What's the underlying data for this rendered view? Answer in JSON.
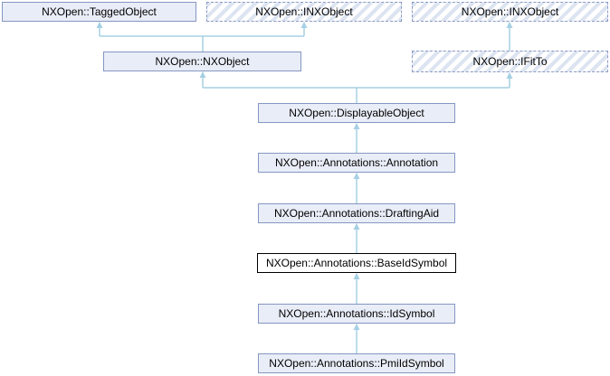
{
  "diagram": {
    "type": "class-inheritance-graph",
    "current_class": "NXOpen::Annotations::BaseIdSymbol",
    "colors": {
      "background": "#ffffff",
      "node_fill": "#e9edf7",
      "node_border": "#8596c2",
      "hatch_stripe": "#dde4f1",
      "hatch_border": "#8a9ac4",
      "current_node_border": "#000000",
      "current_node_fill": "#ffffff",
      "arrow": "#a6d0e4",
      "text": "#000000"
    },
    "nodes": [
      {
        "id": "tagged-object",
        "label": "NXOpen::TaggedObject",
        "style": "solid"
      },
      {
        "id": "inxobject-left",
        "label": "NXOpen::INXObject",
        "style": "hatched"
      },
      {
        "id": "inxobject-right",
        "label": "NXOpen::INXObject",
        "style": "hatched"
      },
      {
        "id": "nxobject",
        "label": "NXOpen::NXObject",
        "style": "solid"
      },
      {
        "id": "ifitto",
        "label": "NXOpen::IFitTo",
        "style": "hatched"
      },
      {
        "id": "displayable-object",
        "label": "NXOpen::DisplayableObject",
        "style": "solid"
      },
      {
        "id": "annotation",
        "label": "NXOpen::Annotations::Annotation",
        "style": "solid"
      },
      {
        "id": "drafting-aid",
        "label": "NXOpen::Annotations::DraftingAid",
        "style": "solid"
      },
      {
        "id": "base-id-symbol",
        "label": "NXOpen::Annotations::BaseIdSymbol",
        "style": "current"
      },
      {
        "id": "id-symbol",
        "label": "NXOpen::Annotations::IdSymbol",
        "style": "solid"
      },
      {
        "id": "pmi-id-symbol",
        "label": "NXOpen::Annotations::PmiIdSymbol",
        "style": "solid"
      }
    ],
    "edges": [
      {
        "from": "NXOpen::NXObject",
        "to": "NXOpen::TaggedObject"
      },
      {
        "from": "NXOpen::NXObject",
        "to": "NXOpen::INXObject"
      },
      {
        "from": "NXOpen::IFitTo",
        "to": "NXOpen::INXObject"
      },
      {
        "from": "NXOpen::DisplayableObject",
        "to": "NXOpen::NXObject"
      },
      {
        "from": "NXOpen::DisplayableObject",
        "to": "NXOpen::IFitTo"
      },
      {
        "from": "NXOpen::Annotations::Annotation",
        "to": "NXOpen::DisplayableObject"
      },
      {
        "from": "NXOpen::Annotations::DraftingAid",
        "to": "NXOpen::Annotations::Annotation"
      },
      {
        "from": "NXOpen::Annotations::BaseIdSymbol",
        "to": "NXOpen::Annotations::DraftingAid"
      },
      {
        "from": "NXOpen::Annotations::IdSymbol",
        "to": "NXOpen::Annotations::BaseIdSymbol"
      },
      {
        "from": "NXOpen::Annotations::PmiIdSymbol",
        "to": "NXOpen::Annotations::IdSymbol"
      }
    ]
  }
}
